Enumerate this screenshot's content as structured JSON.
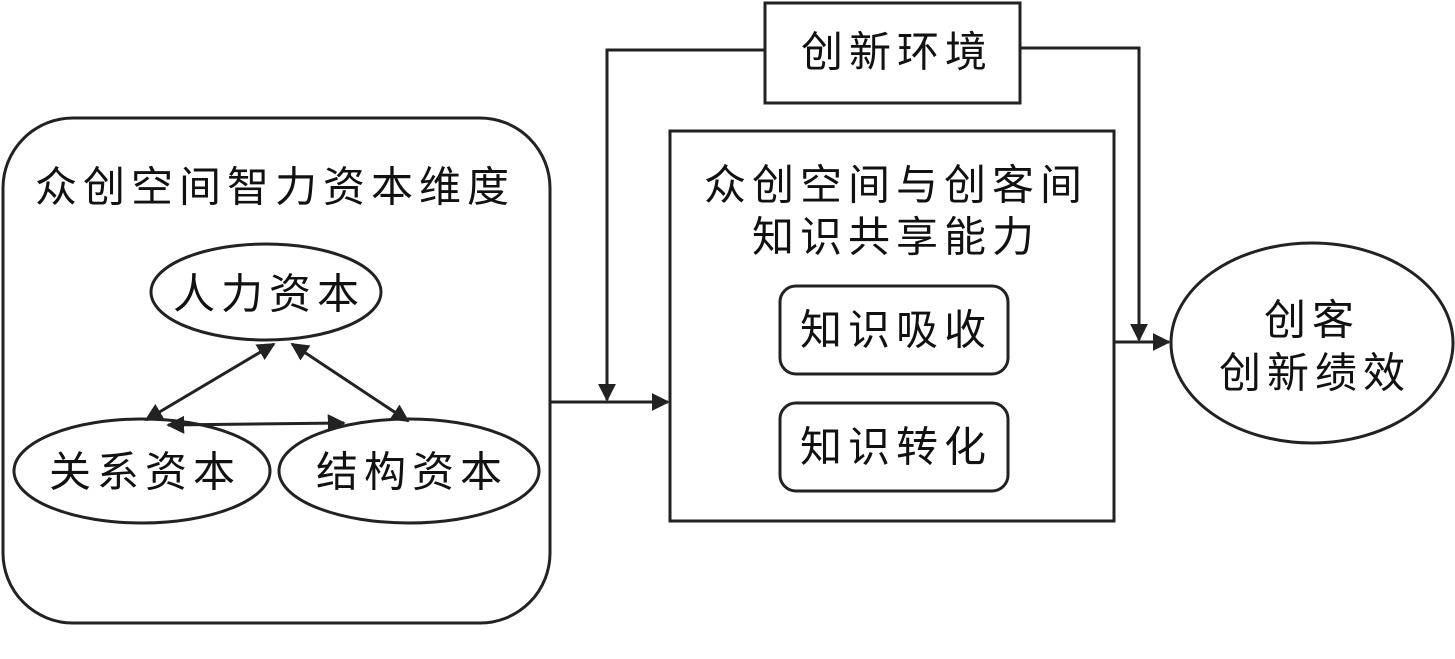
{
  "diagram": {
    "left_group": {
      "title": "众创空间智力资本维度",
      "nodes": {
        "human_capital": "人力资本",
        "relational_capital": "关系资本",
        "structural_capital": "结构资本"
      }
    },
    "environment": "创新环境",
    "center_group": {
      "title_line1": "众创空间与创客间",
      "title_line2": "知识共享能力",
      "sub_nodes": {
        "absorption": "知识吸收",
        "transformation": "知识转化"
      }
    },
    "outcome": {
      "line1": "创客",
      "line2": "创新绩效"
    },
    "colors": {
      "stroke": "#222222",
      "background": "#ffffff"
    }
  }
}
